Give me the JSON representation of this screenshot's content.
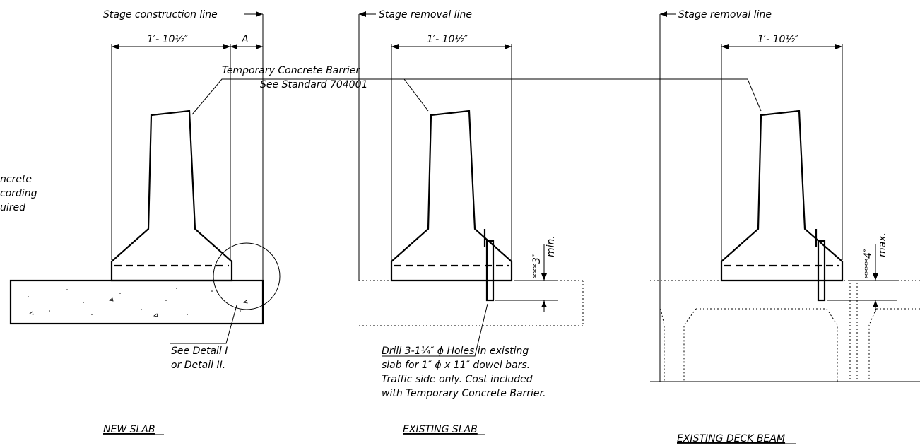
{
  "labels": {
    "stage_construction_line": "Stage construction line",
    "stage_removal_line_1": "Stage removal line",
    "stage_removal_line_2": "Stage removal line",
    "dim_width_1": "1′- 10½″",
    "dim_width_2": "1′- 10½″",
    "dim_width_3": "1′- 10½″",
    "dim_a": "A",
    "barrier_note_line1": "Temporary  Concrete Barrier",
    "barrier_note_line2": "See Standard 704001",
    "left_note_line1": "ncrete",
    "left_note_line2": "cording",
    "left_note_line3": "uired",
    "detail_note_line1": "See Detail I",
    "detail_note_line2": "or Detail II.",
    "drill_note_line1": "Drill 3-1¼″ ϕ Holes in existing",
    "drill_note_line2": "slab for 1″ ϕ x 11″ dowel bars.",
    "drill_note_line3": "Traffic side only.  Cost included",
    "drill_note_line4": "with Temporary Concrete Barrier.",
    "dim_3_min": "***3″",
    "dim_min": "min.",
    "dim_4_max": "****4″",
    "dim_max": "max."
  },
  "titles": {
    "new_slab": "NEW SLAB",
    "existing_slab": "EXISTING SLAB",
    "existing_deck_beam": "EXISTING DECK BEAM"
  }
}
